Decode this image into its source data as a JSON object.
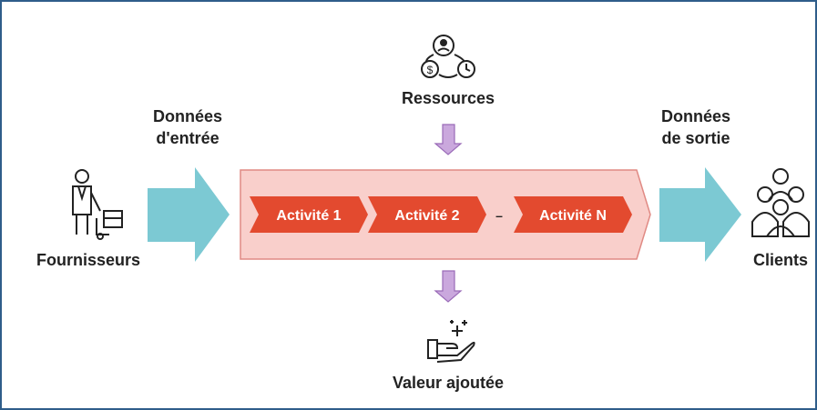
{
  "diagram": {
    "resources": {
      "label": "Ressources",
      "icon": "resources-cycle-icon"
    },
    "input_data_label": [
      "Données",
      "d'entrée"
    ],
    "output_data_label": [
      "Données",
      "de sortie"
    ],
    "suppliers": {
      "label": "Fournisseurs",
      "icon": "supplier-with-package-icon"
    },
    "clients": {
      "label": "Clients",
      "icon": "clients-group-icon"
    },
    "added_value": {
      "label": "Valeur ajoutée",
      "icon": "hand-sparkle-icon"
    },
    "activities": [
      "Activité 1",
      "Activité 2",
      "Activité N"
    ],
    "ellipsis": "–",
    "colors": {
      "border": "#2f5d8a",
      "flow_arrow": "#7cc9d3",
      "process_band": "#f9cfcb",
      "process_band_stroke": "#e08a84",
      "activity": "#e34a2f",
      "resource_arrow": "#caa8dd",
      "text": "#222222"
    }
  }
}
